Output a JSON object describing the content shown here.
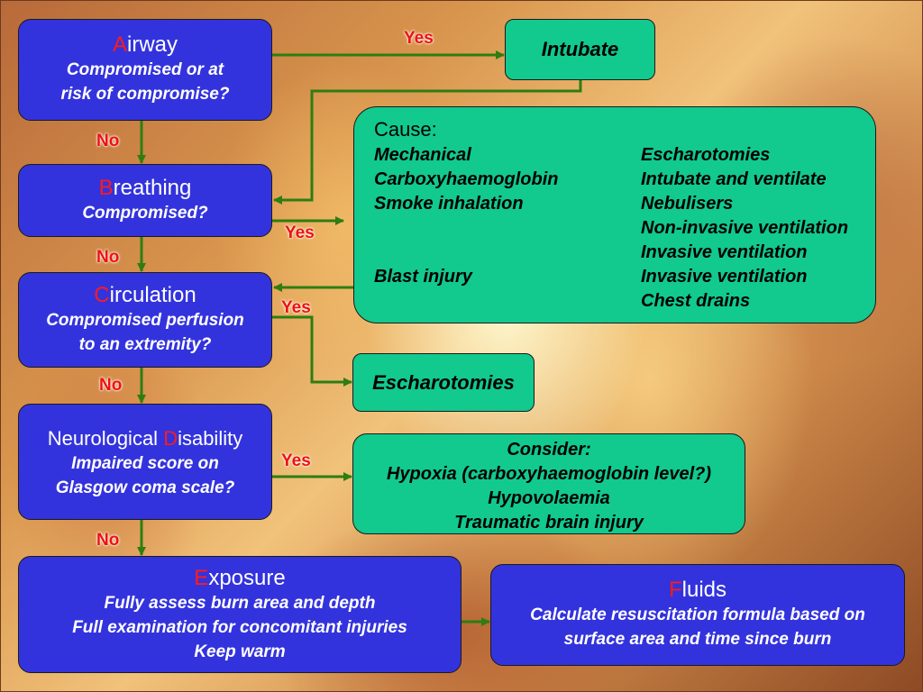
{
  "airway": {
    "letter": "A",
    "rest": "irway",
    "line1": "Compromised or at",
    "line2": "risk of compromise?"
  },
  "breathing": {
    "letter": "B",
    "rest": "reathing",
    "line1": "Compromised?"
  },
  "circulation": {
    "letter": "C",
    "rest": "irculation",
    "line1": "Compromised perfusion",
    "line2": "to an extremity?"
  },
  "disability": {
    "prefix": "Neurological ",
    "letter": "D",
    "rest": "isability",
    "line1": "Impaired score on",
    "line2": "Glasgow coma scale?"
  },
  "exposure": {
    "letter": "E",
    "rest": "xposure",
    "line1": "Fully assess burn area and depth",
    "line2": "Full examination for concomitant injuries",
    "line3": "Keep warm"
  },
  "fluids": {
    "letter": "F",
    "rest": "luids",
    "line1": "Calculate resuscitation formula based on",
    "line2": "surface area and time since burn"
  },
  "intubate": {
    "label": "Intubate"
  },
  "escharotomies": {
    "label": "Escharotomies"
  },
  "cause": {
    "heading": "Cause:",
    "rows": [
      {
        "cause": "Mechanical",
        "action": "Escharotomies"
      },
      {
        "cause": "Carboxyhaemoglobin",
        "action": "Intubate and ventilate"
      },
      {
        "cause": "Smoke inhalation",
        "action": "Nebulisers"
      },
      {
        "cause": "",
        "action": "Non-invasive ventilation"
      },
      {
        "cause": "",
        "action": "Invasive ventilation"
      },
      {
        "cause": "Blast injury",
        "action": "Invasive ventilation"
      },
      {
        "cause": "",
        "action": "Chest drains"
      }
    ]
  },
  "consider": {
    "heading": "Consider:",
    "line1": "Hypoxia (carboxyhaemoglobin level?)",
    "line2": "Hypovolaemia",
    "line3": "Traumatic brain injury"
  },
  "labels": {
    "yes": "Yes",
    "no": "No"
  },
  "colors": {
    "blue_box": "#3333dd",
    "green_box": "#12c98e",
    "arrow": "#2e7d12",
    "label": "#ee1111",
    "letter": "#ff1a1a"
  }
}
